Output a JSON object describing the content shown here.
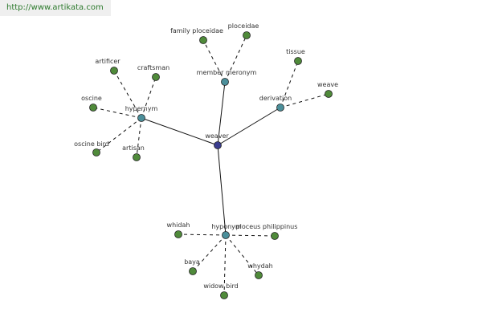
{
  "watermark": {
    "url": "http://www.artikata.com"
  },
  "colors": {
    "center_fill": "#3a3d8f",
    "relation_fill": "#4b8f9a",
    "leaf_fill": "#4f8a3a",
    "node_stroke": "#222222",
    "edge": "#111111",
    "label": "#333333"
  },
  "graph": {
    "center": {
      "label": "weaver"
    },
    "relations": [
      {
        "label": "hypernym",
        "leaves": [
          "artificer",
          "craftsman",
          "oscine",
          "oscine bird",
          "artisan"
        ]
      },
      {
        "label": "member meronym",
        "leaves": [
          "family ploceidae",
          "ploceidae"
        ]
      },
      {
        "label": "derivation",
        "leaves": [
          "tissue",
          "weave"
        ]
      },
      {
        "label": "hyponym",
        "leaves": [
          "whidah",
          "ploceus philippinus",
          "baya",
          "whydah",
          "widow bird"
        ]
      }
    ]
  }
}
